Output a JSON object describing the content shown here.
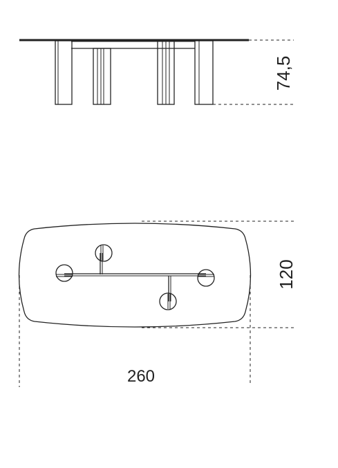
{
  "drawing": {
    "height_label": "74,5",
    "depth_label": "120",
    "length_label": "260"
  },
  "colors": {
    "line": "#222222",
    "background": "#ffffff"
  }
}
